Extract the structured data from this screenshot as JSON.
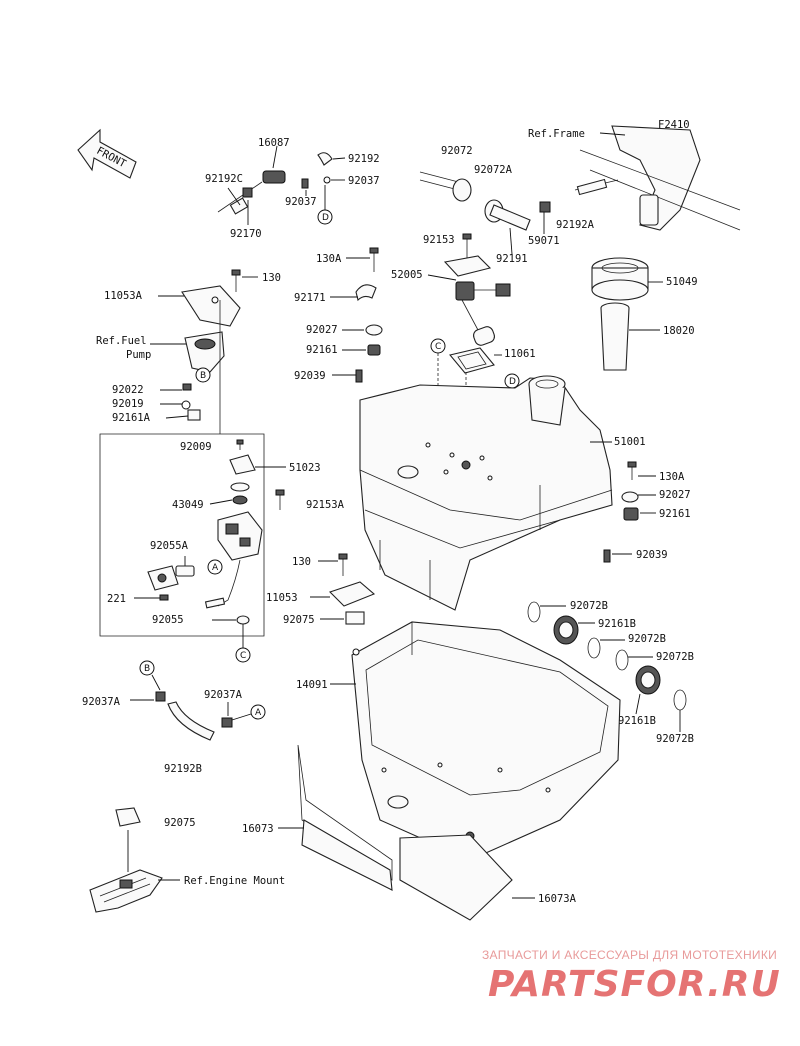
{
  "diagram": {
    "code": "F2410",
    "front_label": "FRONT",
    "ref_labels": {
      "frame": "Ref.Frame",
      "fuel_pump_line1": "Ref.Fuel",
      "fuel_pump_line2": "Pump",
      "engine_mount": "Ref.Engine Mount"
    },
    "circle_refs": [
      "A",
      "B",
      "C",
      "D"
    ],
    "parts": {
      "p16087": "16087",
      "p92192": "92192",
      "p92192C": "92192C",
      "p92037_top": "92037",
      "p92037_top2": "92037",
      "p92170": "92170",
      "p92072": "92072",
      "p92072A": "92072A",
      "p92153": "92153",
      "p59071": "59071",
      "p92192A": "92192A",
      "p92191": "92191",
      "p130A_top": "130A",
      "p52005": "52005",
      "p51049": "51049",
      "p130_top": "130",
      "p11053A": "11053A",
      "p92171": "92171",
      "p18020": "18020",
      "p92027_top": "92027",
      "p92161_top": "92161",
      "p11061": "11061",
      "p92022": "92022",
      "p92019": "92019",
      "p92161A": "92161A",
      "p92039_top": "92039",
      "p51001": "51001",
      "p92009": "92009",
      "p51023": "51023",
      "p130A_right": "130A",
      "p43049": "43049",
      "p92153A": "92153A",
      "p92027_right": "92027",
      "p92161_right": "92161",
      "p92055A": "92055A",
      "p92039_right": "92039",
      "p221": "221",
      "p130_mid": "130",
      "p11053": "11053",
      "p92075_mid": "92075",
      "p92055": "92055",
      "p92072B_1": "92072B",
      "p92161B_1": "92161B",
      "p92072B_2": "92072B",
      "p92072B_3": "92072B",
      "p14091": "14091",
      "p92037A_left": "92037A",
      "p92037A_right": "92037A",
      "p92161B_2": "92161B",
      "p92072B_4": "92072B",
      "p92192B": "92192B",
      "p92075_bottom": "92075",
      "p16073": "16073",
      "p16073A": "16073A"
    }
  },
  "watermark": {
    "tagline": "ЗАПЧАСТИ И АКСЕССУАРЫ ДЛЯ МОТОТЕХНИКИ",
    "brand": "PARTSFOR.RU"
  },
  "colors": {
    "ink": "#111111",
    "watermark": "#e57373"
  }
}
